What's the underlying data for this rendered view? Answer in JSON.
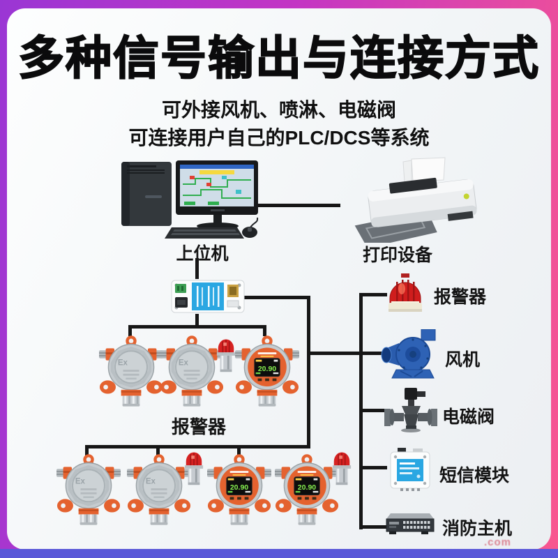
{
  "header": {
    "title": "多种信号输出与连接方式",
    "subtitle1": "可外接风机、喷淋、电磁阀",
    "subtitle2": "可连接用户自己的PLC/DCS等系统"
  },
  "nodes": {
    "computer_label": "上位机",
    "printer_label": "打印设备",
    "detector_row1_label": "报警器"
  },
  "devices": {
    "ex_marking": "Ex",
    "display_value": "20.90",
    "detector_row1_count": 3,
    "detector_row2_count": 4
  },
  "right_column": {
    "items": [
      {
        "label": "报警器",
        "icon": "alarm-beacon"
      },
      {
        "label": "风机",
        "icon": "centrifugal-fan"
      },
      {
        "label": "电磁阀",
        "icon": "solenoid-valve"
      },
      {
        "label": "短信模块",
        "icon": "sms-module"
      },
      {
        "label": "消防主机",
        "icon": "fire-alarm-host"
      }
    ]
  },
  "watermark": ".com",
  "colors": {
    "bg_gradient_left": "#9a36d4",
    "bg_gradient_right": "#f9578f",
    "bottom_bar": "#5a58d8",
    "card_bg": "#f2f5f7",
    "line_black": "#161616",
    "accent_orange": "#e4622f",
    "module_blue": "#2aa7e2",
    "beacon_red": "#cf1d1d",
    "fan_blue": "#2e62b5",
    "lcd_green": "#86ef4f"
  }
}
